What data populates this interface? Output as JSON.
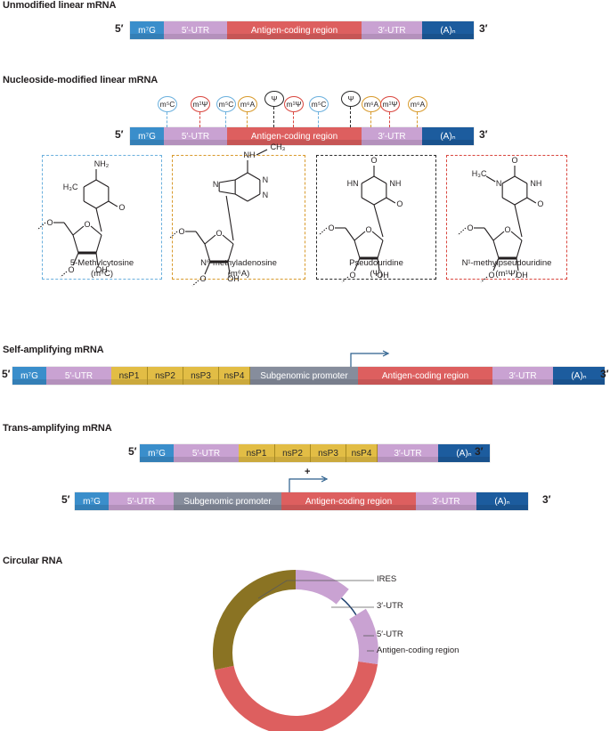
{
  "colors": {
    "cap": "#3a8ecb",
    "utr5": "#c9a2d2",
    "coding": "#dd5f5f",
    "utr3": "#c9a2d2",
    "polyA": "#1c5c9e",
    "nsp": "#e2bd45",
    "promoter": "#868d9c",
    "ires": "#8a7323",
    "m5C": "#6bb0dd",
    "m1Psi": "#d9473f",
    "m6A": "#d89a2c",
    "Psi": "#2a2a2a"
  },
  "prime5": "5′",
  "prime3": "3′",
  "segments": {
    "cap": "m⁷G",
    "utr5": "5′-UTR",
    "coding": "Antigen-coding region",
    "utr3": "3′-UTR",
    "polyA": "(A)ₙ",
    "nsp1": "nsP1",
    "nsp2": "nsP2",
    "nsp3": "nsP3",
    "nsp4": "nsP4",
    "promoter": "Subgenomic promoter"
  },
  "sections": {
    "unmodified": {
      "title": "Unmodified linear mRNA"
    },
    "modified": {
      "title": "Nucleoside-modified linear mRNA"
    },
    "self_amp": {
      "title": "Self-amplifying mRNA"
    },
    "trans_amp": {
      "title": "Trans-amplifying mRNA",
      "plus": "+"
    },
    "circular": {
      "title": "Circular RNA"
    }
  },
  "modifications": [
    {
      "label": "m⁵C",
      "type": "m5C"
    },
    {
      "label": "m¹Ψ",
      "type": "m1Psi"
    },
    {
      "label": "m⁵C",
      "type": "m5C"
    },
    {
      "label": "m⁶A",
      "type": "m6A"
    },
    {
      "label": "Ψ",
      "type": "Psi"
    },
    {
      "label": "m¹Ψ",
      "type": "m1Psi"
    },
    {
      "label": "m⁵C",
      "type": "m5C"
    },
    {
      "label": "Ψ",
      "type": "Psi"
    },
    {
      "label": "m⁶A",
      "type": "m6A"
    },
    {
      "label": "m¹Ψ",
      "type": "m1Psi"
    },
    {
      "label": "m⁶A",
      "type": "m6A"
    }
  ],
  "chemicals": [
    {
      "name": "5-Methylcytosine",
      "abbr": "(m⁵C)",
      "type": "m5C"
    },
    {
      "name": "N⁶-methyladenosine",
      "abbr": "(m⁶A)",
      "type": "m6A"
    },
    {
      "name": "Pseudouridine",
      "abbr": "(Ψ)",
      "type": "Psi"
    },
    {
      "name": "N¹-methylpseudouridine",
      "abbr": "(m¹Ψ)",
      "type": "m1Psi"
    }
  ],
  "atoms": {
    "NH2": "NH₂",
    "H3C": "H₃C",
    "CH3": "CH₃",
    "N": "N",
    "O": "O",
    "OH": "OH",
    "HN": "HN",
    "NH": "NH"
  },
  "circular_labels": {
    "ires": "IRES",
    "utr3": "3′-UTR",
    "utr5": "5′-UTR",
    "coding": "Antigen-coding region"
  }
}
